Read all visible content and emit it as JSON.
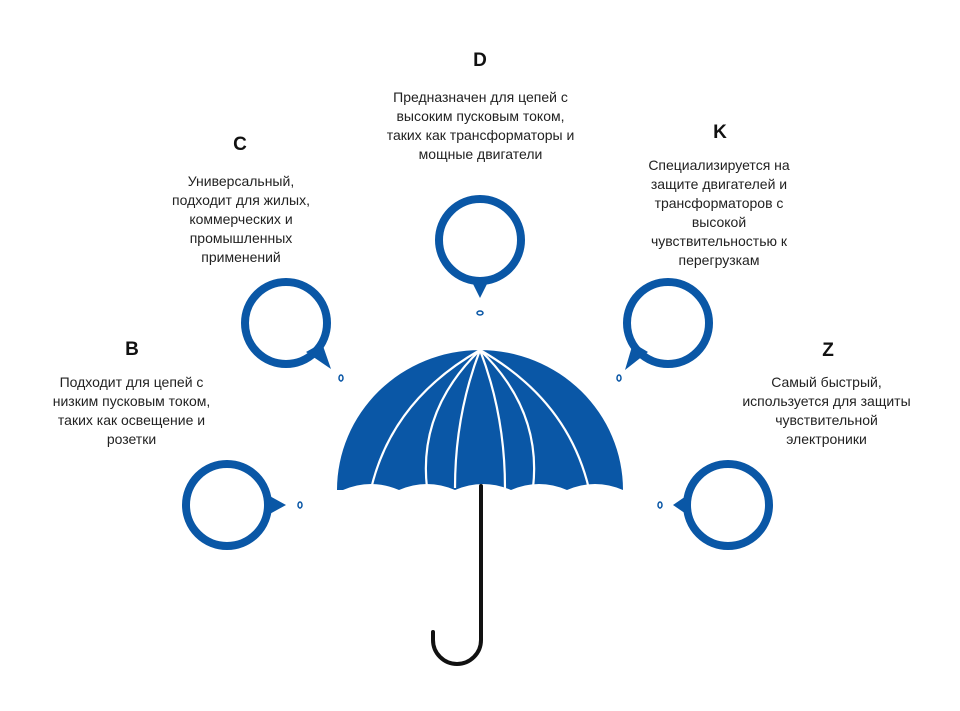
{
  "colors": {
    "accent": "#0a57a6",
    "handle": "#111111",
    "background": "#ffffff"
  },
  "categories": [
    {
      "id": "B",
      "letter": "B",
      "description": "Подходит для цепей с низким пусковым током, таких как освещение и розетки"
    },
    {
      "id": "C",
      "letter": "C",
      "description": "Универсальный, подходит для жилых, коммерческих и промышленных применений"
    },
    {
      "id": "D",
      "letter": "D",
      "description": "Предназначен для цепей с высоким пусковым током, таких как трансформаторы и мощные двигатели"
    },
    {
      "id": "K",
      "letter": "K",
      "description": "Специализируется на защите двигателей и трансформаторов с высокой чувствительностью к перегрузкам"
    },
    {
      "id": "Z",
      "letter": "Z",
      "description": "Самый быстрый, используется для защиты чувствительной электроники"
    }
  ]
}
